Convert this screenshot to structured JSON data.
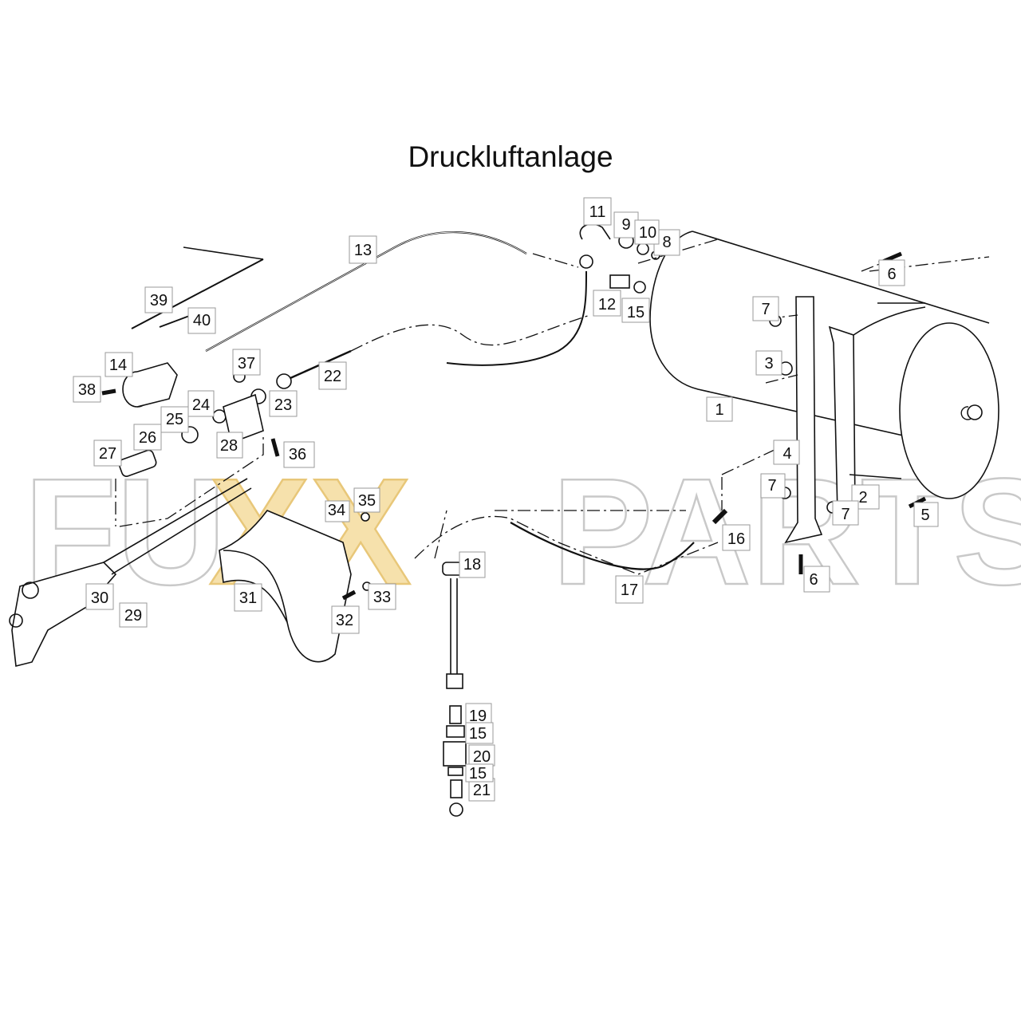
{
  "title": "Druckluftanlage",
  "watermark": {
    "left": "FU",
    "middle": "XX",
    "right": "PARTS"
  },
  "colors": {
    "line": "#111111",
    "watermark_gray": "#c9c9c9",
    "watermark_gold": "#f1d28a",
    "label_box": "#9a9a9a"
  },
  "part_labels": [
    "1",
    "2",
    "3",
    "4",
    "5",
    "6",
    "7",
    "8",
    "9",
    "10",
    "11",
    "12",
    "13",
    "14",
    "15",
    "16",
    "17",
    "18",
    "19",
    "20",
    "21",
    "22",
    "23",
    "24",
    "25",
    "26",
    "27",
    "28",
    "29",
    "30",
    "31",
    "32",
    "33",
    "34",
    "35",
    "36",
    "37",
    "38",
    "39",
    "40",
    "6",
    "7",
    "7",
    "15",
    "15"
  ]
}
